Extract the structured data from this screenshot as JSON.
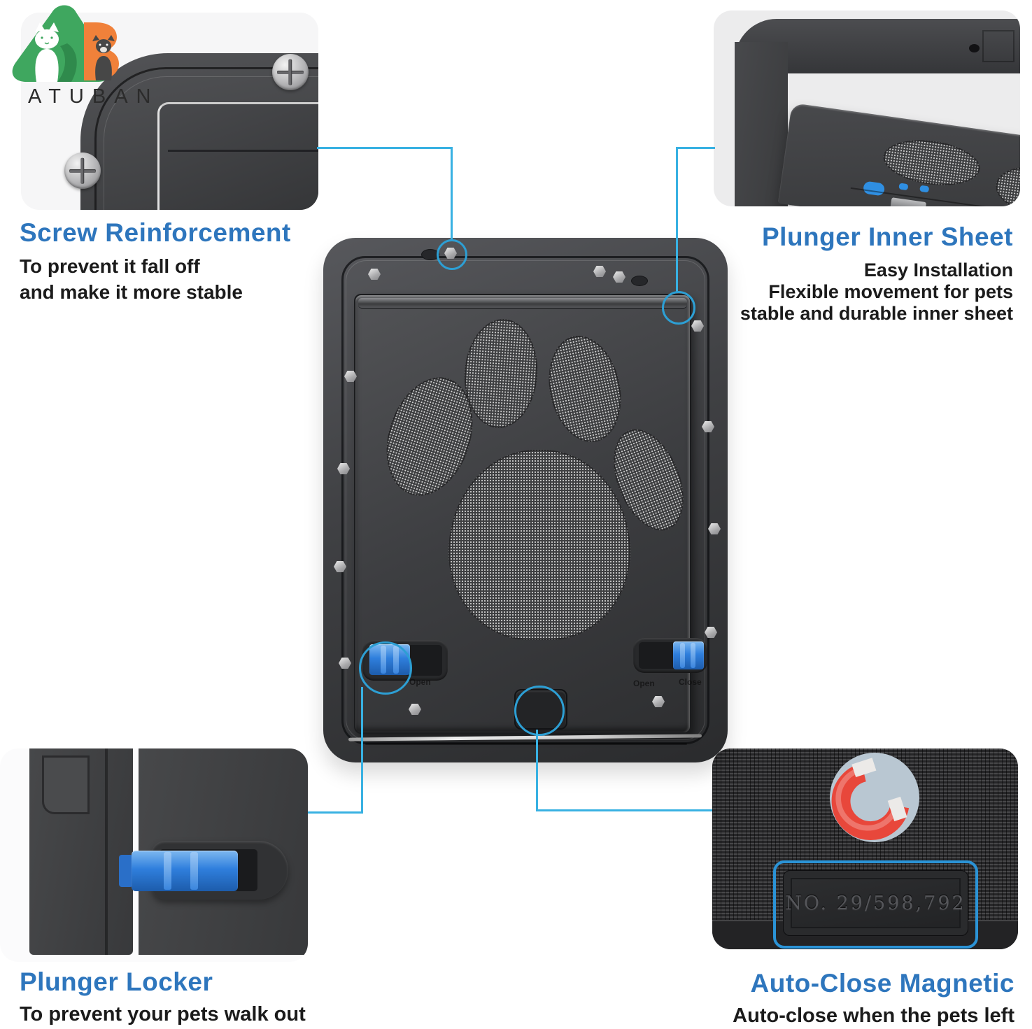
{
  "brand": {
    "name": "ATUBAN"
  },
  "features": {
    "screw": {
      "heading": "Screw Reinforcement",
      "line1": "To prevent it fall off",
      "line2": "and make it more stable"
    },
    "inner_sheet": {
      "heading": "Plunger Inner Sheet",
      "line1": "Easy Installation",
      "line2": "Flexible movement for pets",
      "line3": "stable and durable inner sheet"
    },
    "locker": {
      "heading": "Plunger Locker",
      "line1": "To prevent your pets walk out"
    },
    "magnetic": {
      "heading": "Auto-Close Magnetic",
      "line1": "Auto-close when the pets left"
    }
  },
  "door": {
    "slider_left": {
      "open_label": "Open"
    },
    "slider_right": {
      "open_label": "Open",
      "close_label": "Close"
    }
  },
  "magnet_plate": {
    "number": "NO. 29/598,792"
  },
  "icons": {
    "logo_cat": "cat-icon",
    "logo_dog": "dog-icon",
    "magnet": "magnet-icon",
    "hex_screw": "hex-screw-icon",
    "phillips_screw": "phillips-screw-icon",
    "paw_mesh": "paw-print-mesh"
  },
  "colors": {
    "heading_blue": "#2e76bd",
    "callout_blue": "#38b1e2",
    "slider_blue": "#2f7fdd",
    "magnet_red": "#e8473b",
    "logo_green": "#3fa75f",
    "logo_orange": "#f0813a",
    "door_dark": "#3a3b3e"
  }
}
